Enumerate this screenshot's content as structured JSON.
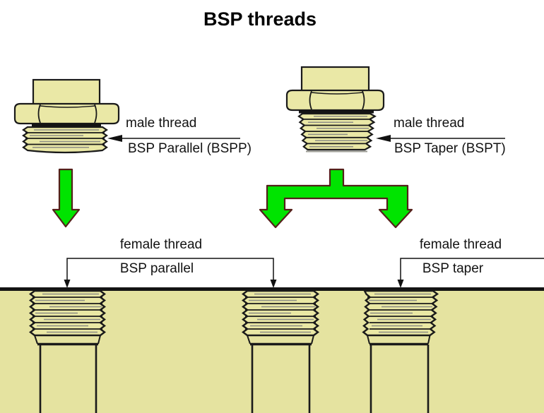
{
  "title": "BSP threads",
  "top_section": {
    "bspp": {
      "pointer_label": "male thread",
      "type_label": "BSP Parallel (BSPP)"
    },
    "bspt": {
      "pointer_label": "male thread",
      "type_label": "BSP Taper (BSPT)"
    }
  },
  "bottom_section": {
    "parallel": {
      "pointer_label": "female thread",
      "type_label": "BSP parallel"
    },
    "taper": {
      "pointer_label": "female thread",
      "type_label": "BSP taper"
    }
  },
  "colors": {
    "brass": "#EAE8A6",
    "block": "#E5E3A0",
    "arrow_green": "#00E400",
    "arrow_outline": "#54201A",
    "outline": "#1A1A1A",
    "background": "#FFFFFF"
  }
}
